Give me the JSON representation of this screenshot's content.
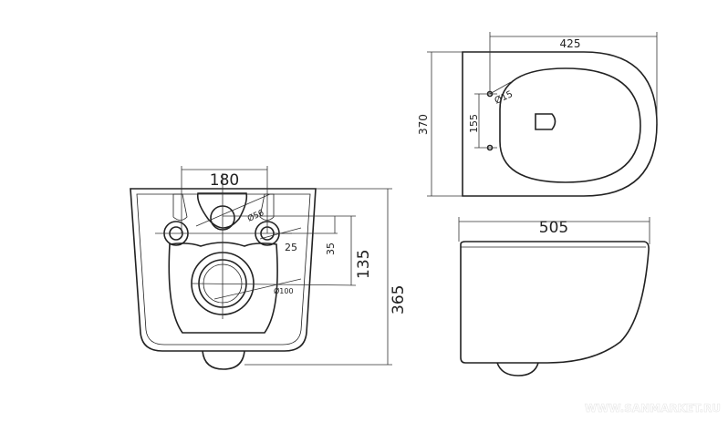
{
  "front_view": {
    "dim_flush_spacing": "180",
    "dim_inlet_diameter": "Ø56",
    "dim_bolt_offset": "25",
    "dim_inlet_height": "35",
    "dim_outlet_height": "135",
    "dim_outlet_diameter": "Ø100",
    "dim_total_height": "365"
  },
  "top_view": {
    "dim_length": "425",
    "dim_width": "370",
    "dim_hole_diameter": "Ø15",
    "dim_hole_spacing": "155"
  },
  "side_view": {
    "dim_length": "505"
  },
  "watermark": "WWW.SANMARKET.RU"
}
